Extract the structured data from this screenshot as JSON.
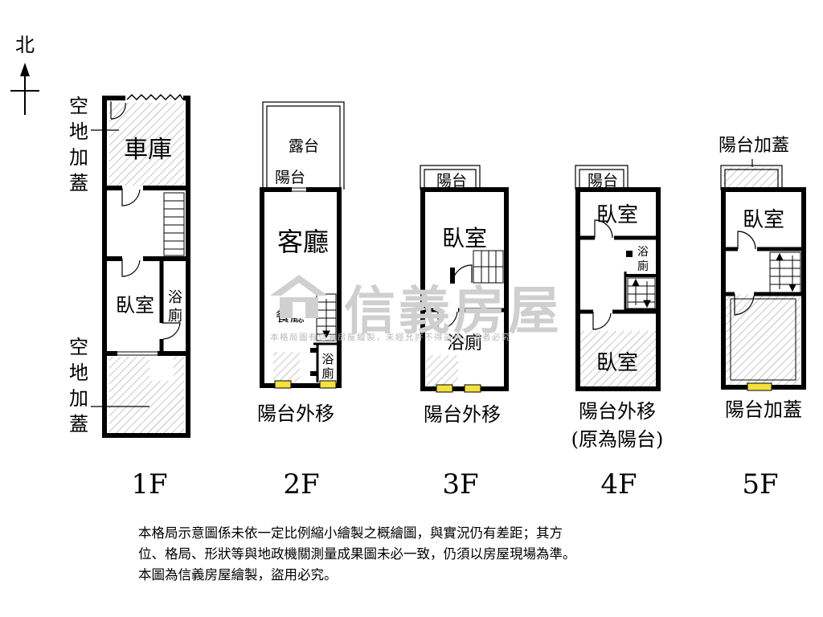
{
  "compass": {
    "label": "北"
  },
  "floors": {
    "f1": {
      "label": "1F",
      "side_label_top": [
        "空",
        "地",
        "加",
        "蓋"
      ],
      "side_label_bottom": [
        "空",
        "地",
        "加",
        "蓋"
      ],
      "rooms": {
        "garage": "車庫",
        "bedroom": "臥室",
        "bath": [
          "浴",
          "廁"
        ]
      }
    },
    "f2": {
      "label": "2F",
      "rooms": {
        "terrace": "露台",
        "balcony": "陽台",
        "living": "客廳",
        "dining": "餐廳",
        "bath": [
          "浴",
          "廁"
        ]
      },
      "note": "陽台外移"
    },
    "f3": {
      "label": "3F",
      "rooms": {
        "balcony": "陽台",
        "bedroom": "臥室",
        "bath": "浴廁"
      },
      "note": "陽台外移"
    },
    "f4": {
      "label": "4F",
      "rooms": {
        "balcony": "陽台",
        "bedroom_top": "臥室",
        "bath": [
          "浴",
          "廁"
        ],
        "bedroom_bottom": "臥室"
      },
      "note": [
        "陽台外移",
        "(原為陽台)"
      ]
    },
    "f5": {
      "label": "5F",
      "rooms": {
        "bedroom": "臥室"
      },
      "note_top": "陽台加蓋",
      "note_bottom": "陽台加蓋"
    }
  },
  "watermark": {
    "brand": "信義房屋",
    "sub": "本格局圖有信義房屋繪製，未經允許不得盜用，違者必究"
  },
  "disclaimer": [
    "本格局示意圖係未依一定比例縮小繪製之概繪圖，與實況仍有差距；其方",
    "位、格局、形狀等與地政機關測量成果圖未必一致，仍須以房屋現場為準。",
    "本圖為信義房屋繪製，盜用必究。"
  ]
}
